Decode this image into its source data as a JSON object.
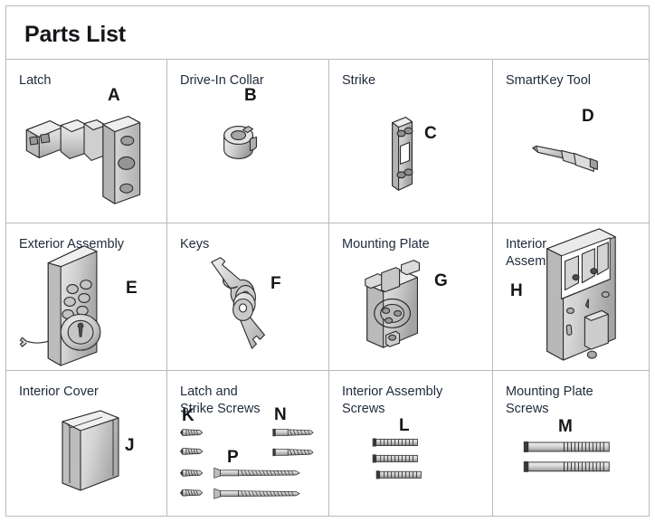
{
  "document": {
    "title": "Parts List"
  },
  "grid": {
    "rows": [
      {
        "cells": [
          {
            "label": "Latch",
            "letter": "A",
            "icon": "latch-icon"
          },
          {
            "label": "Drive-In Collar",
            "letter": "B",
            "icon": "drive-in-collar-icon"
          },
          {
            "label": "Strike",
            "letter": "C",
            "icon": "strike-plate-icon"
          },
          {
            "label": "SmartKey Tool",
            "letter": "D",
            "icon": "smartkey-tool-icon"
          }
        ]
      },
      {
        "cells": [
          {
            "label": "Exterior Assembly",
            "letter": "E",
            "icon": "exterior-assembly-icon"
          },
          {
            "label": "Keys",
            "letter": "F",
            "icon": "keys-icon"
          },
          {
            "label": "Mounting Plate",
            "letter": "G",
            "icon": "mounting-plate-icon"
          },
          {
            "label": "Interior\nAssembly",
            "letter": "H",
            "icon": "interior-assembly-icon"
          }
        ]
      },
      {
        "cells": [
          {
            "label": "Interior Cover",
            "letter": "J",
            "icon": "interior-cover-icon"
          },
          {
            "label": "Latch and\nStrike Screws",
            "letter": "K",
            "letter2": "N",
            "letter3": "P",
            "icon": "latch-strike-screws-icon"
          },
          {
            "label": "Interior Assembly\nScrews",
            "letter": "L",
            "icon": "interior-assembly-screws-icon"
          },
          {
            "label": "Mounting Plate\nScrews",
            "letter": "M",
            "icon": "mounting-plate-screws-icon"
          }
        ]
      }
    ]
  },
  "colors": {
    "border": "#b9b9b9",
    "label_text": "#1f2a3a",
    "title_text": "#15161a",
    "letter_text": "#15161a",
    "metal_light": "#e8e8e8",
    "metal_mid": "#c9c9c9",
    "metal_dark": "#8e8e8e",
    "outline": "#2b2b2b",
    "background": "#ffffff"
  }
}
